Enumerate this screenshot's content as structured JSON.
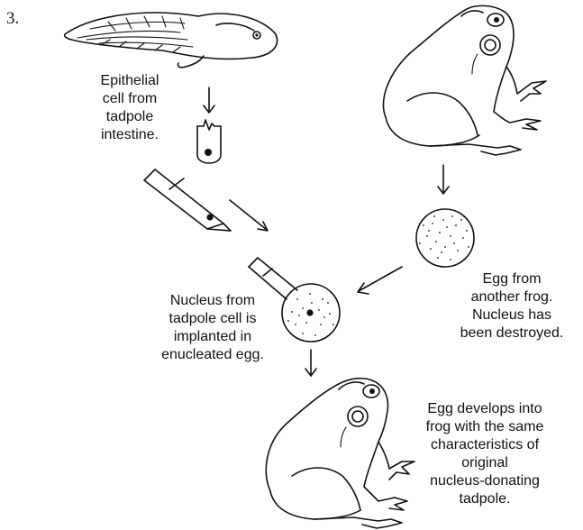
{
  "figure": {
    "number": "3.",
    "labels": {
      "epithelial": "Epithelial\ncell from\ntadpole\nintestine.",
      "egg_from_frog": "Egg from\nanother frog.\nNucleus has\nbeen destroyed.",
      "nucleus_implant": "Nucleus from\ntadpole cell is\nimplanted in\nenucleated egg.",
      "egg_develops": "Egg develops into\nfrog with the same\ncharacteristics of\noriginal\nnucleus-donating\ntadpole."
    }
  }
}
